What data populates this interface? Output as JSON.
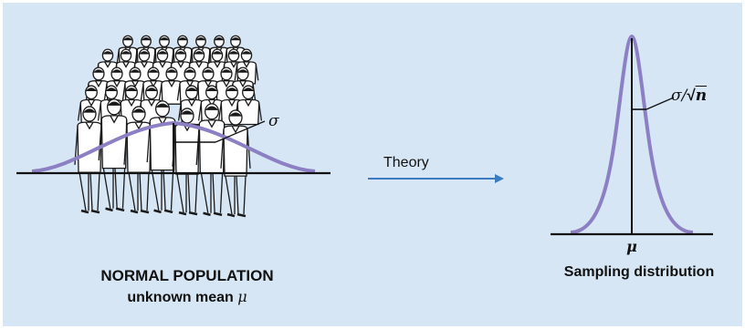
{
  "population": {
    "title": "NORMAL POPULATION",
    "subtitle_text": "unknown mean ",
    "subtitle_symbol": "μ",
    "sigma_symbol": "σ"
  },
  "arrow": {
    "label": "Theory",
    "color": "#3a7cbf"
  },
  "sampling": {
    "title": "Sampling distribution",
    "mean_symbol": "μ",
    "se_prefix": "σ/",
    "se_root": "√",
    "se_n": "n"
  },
  "colors": {
    "background": "#d7e6f4",
    "curve": "#8c7fc4",
    "axis": "#111111",
    "figures": "#1a1a1a"
  },
  "figures": {
    "illustration": "crowd-of-people"
  }
}
